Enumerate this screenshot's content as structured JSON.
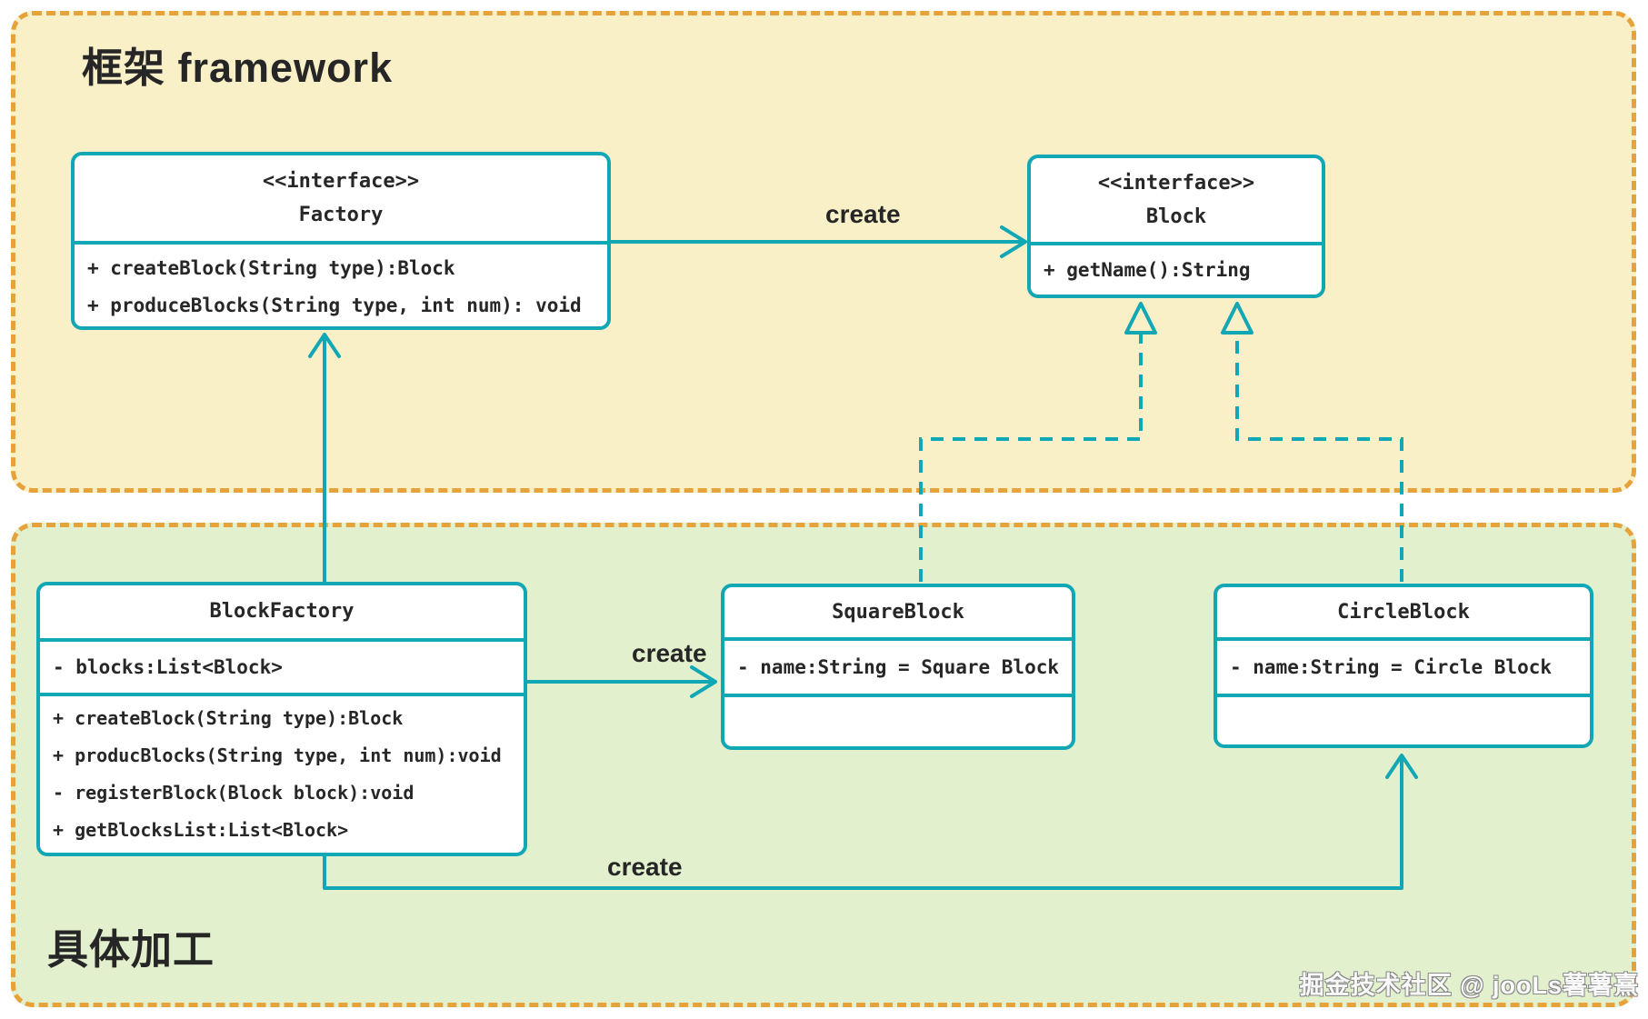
{
  "panels": {
    "framework": {
      "title": "框架 framework"
    },
    "concrete": {
      "title": "具体加工"
    }
  },
  "classes": {
    "factory": {
      "stereotype": "<<interface>>",
      "name": "Factory",
      "methods": [
        "+ createBlock(String type):Block",
        "+ produceBlocks(String type, int num): void"
      ]
    },
    "block": {
      "stereotype": "<<interface>>",
      "name": "Block",
      "methods": [
        "+ getName():String"
      ]
    },
    "blockFactory": {
      "name": "BlockFactory",
      "attributes": [
        "- blocks:List<Block>"
      ],
      "methods": [
        "+ createBlock(String type):Block",
        "+ producBlocks(String type, int num):void",
        "- registerBlock(Block block):void",
        "+ getBlocksList:List<Block>"
      ]
    },
    "squareBlock": {
      "name": "SquareBlock",
      "attributes": [
        "- name:String = Square Block"
      ]
    },
    "circleBlock": {
      "name": "CircleBlock",
      "attributes": [
        "- name:String = Circle Block"
      ]
    }
  },
  "edges": {
    "factory_to_block_label": "create",
    "blockfactory_to_square_label": "create",
    "blockfactory_to_circle_label": "create"
  },
  "watermark": "掘金技术社区 @ jooLs薯薯熹",
  "colors": {
    "teal": "#12A7B5",
    "orange_border": "#E7A33B",
    "framework_bg": "#F9F0C8",
    "concrete_bg": "#E2F0CD",
    "text": "#272727"
  }
}
